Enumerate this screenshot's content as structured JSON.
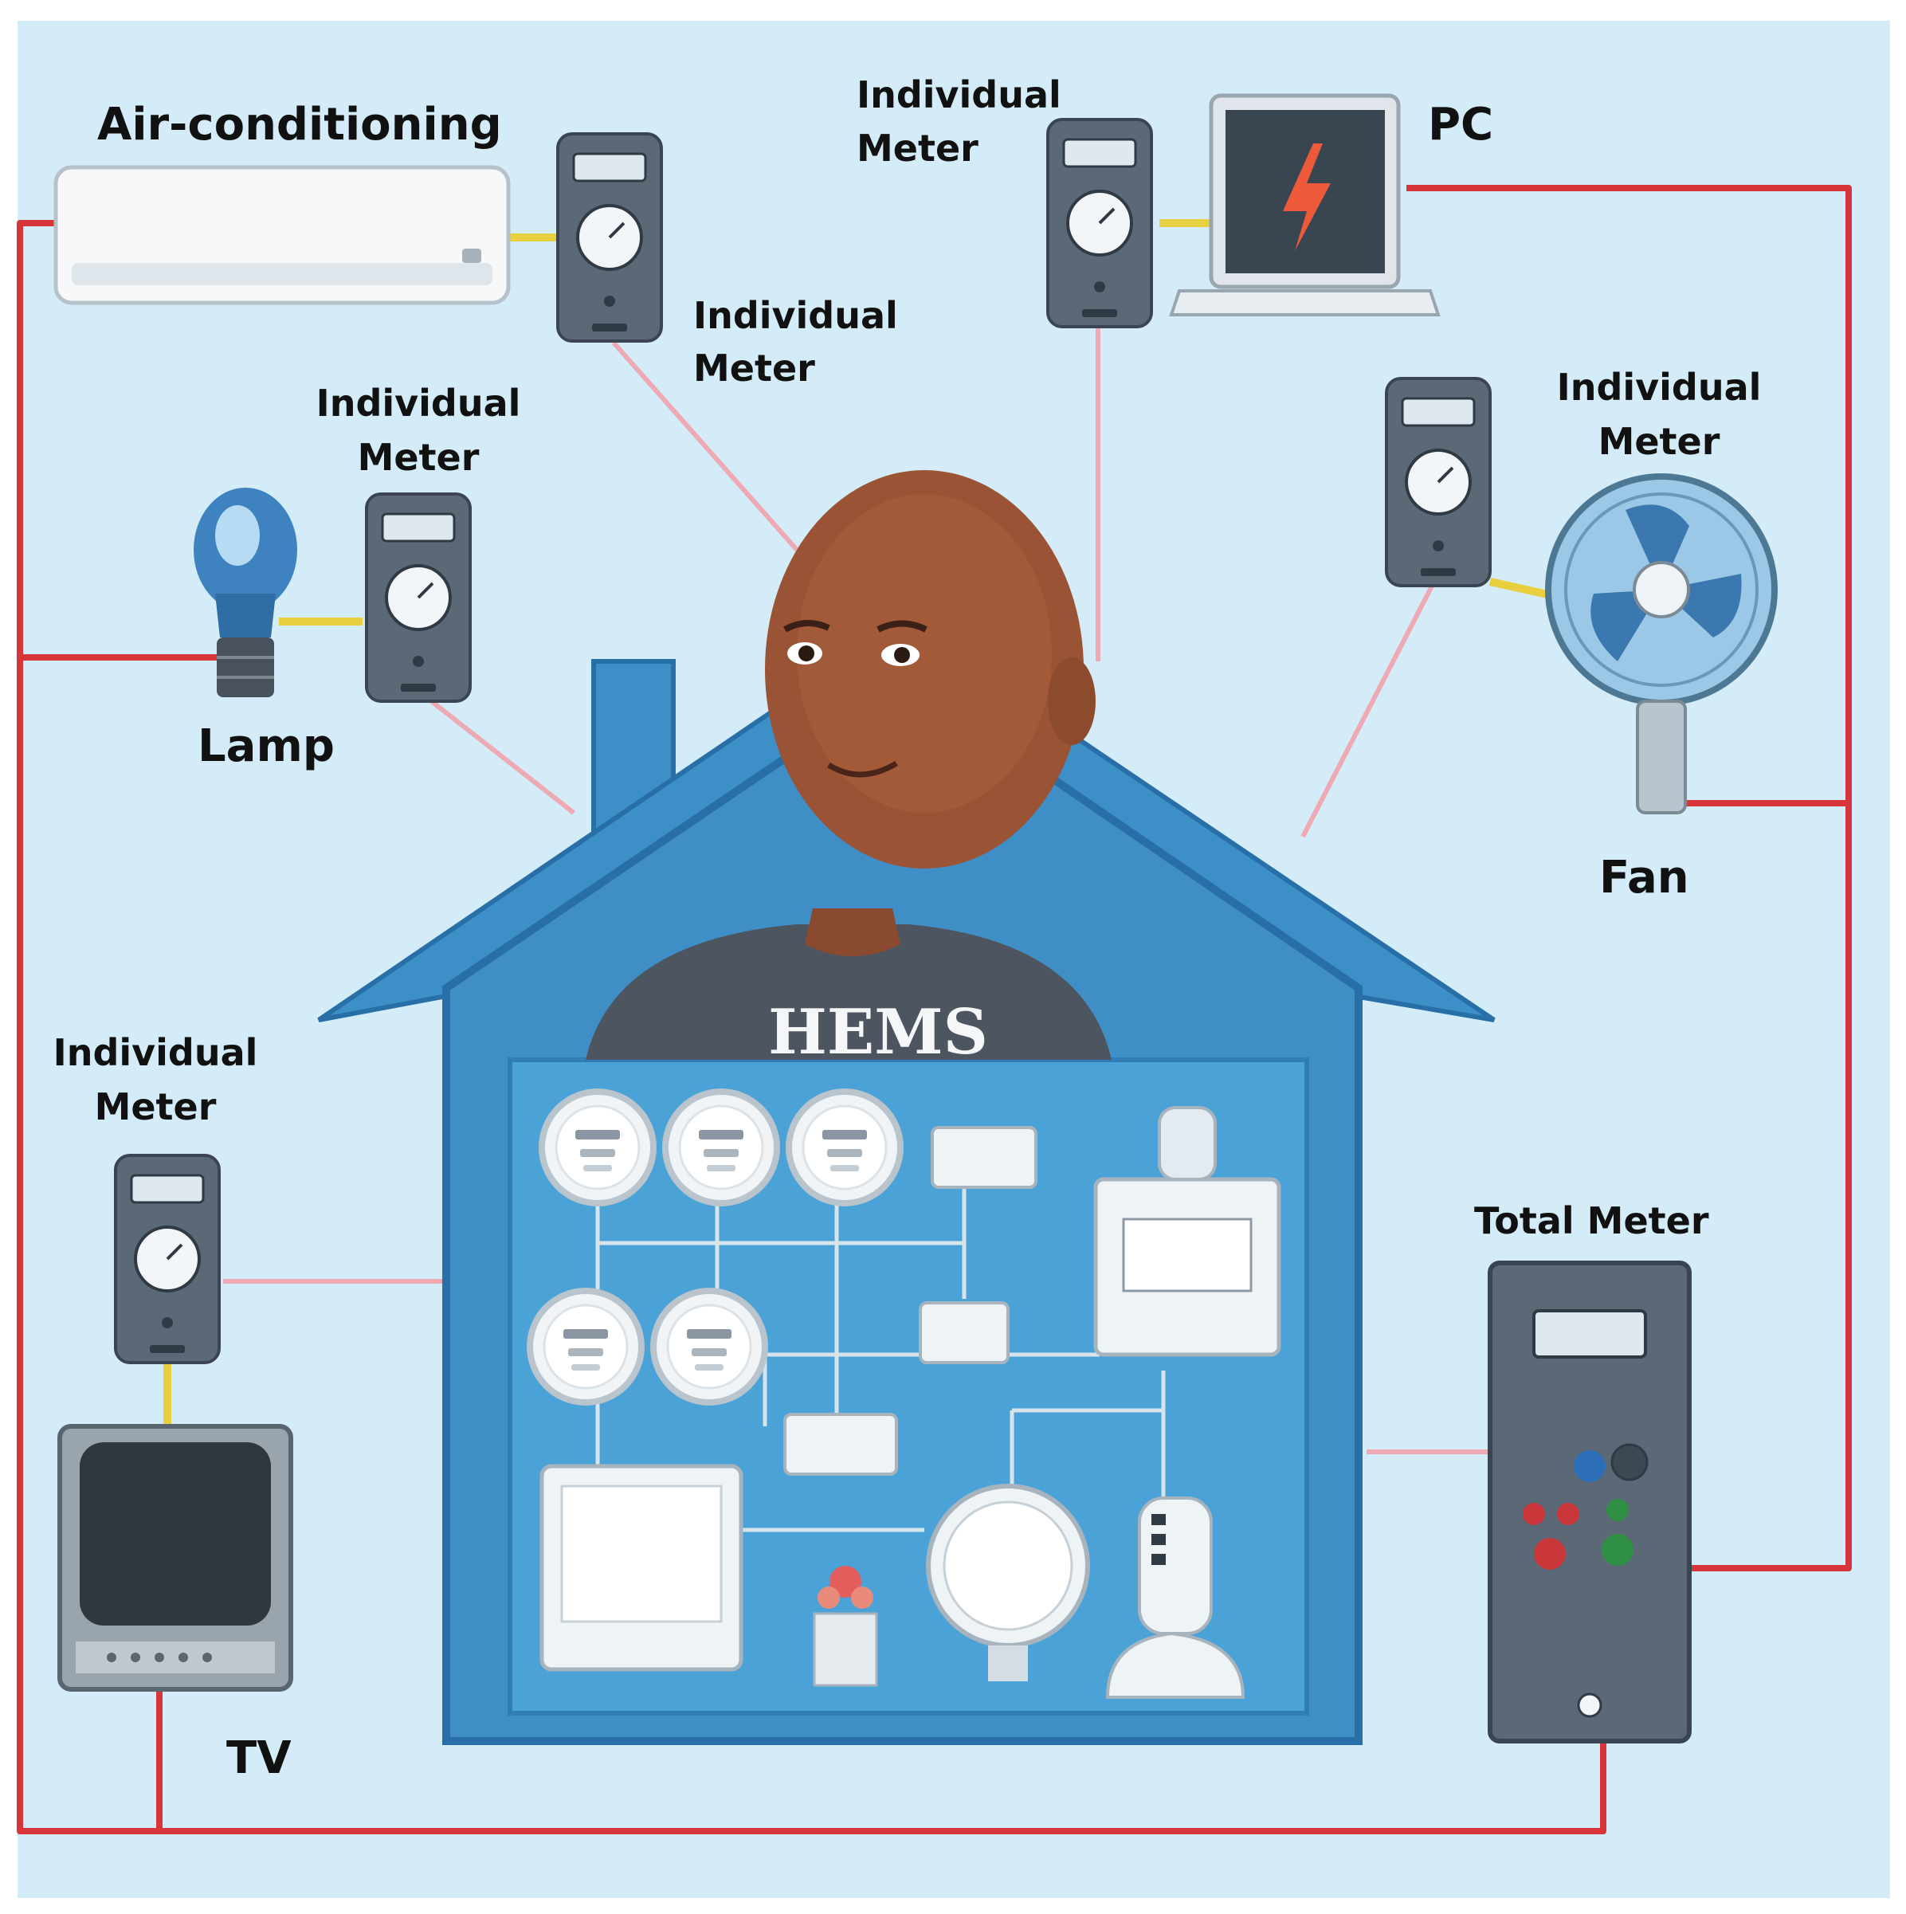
{
  "colors": {
    "background": "#d3ecf8",
    "power_line": "#d8353b",
    "signal_line": "#eeaab4",
    "appliance_link": "#e7cf3f",
    "house": "#3d8fc8",
    "house_dark": "#276fa6",
    "meter_body": "#5b6876"
  },
  "labels": {
    "air_conditioning": "Air-conditioning",
    "pc": "PC",
    "lamp": "Lamp",
    "fan": "Fan",
    "tv": "TV",
    "total_meter": "Total Meter",
    "hems": "HEMS",
    "meter_ac_line1": "Individual",
    "meter_ac_line2": "Meter",
    "meter_pc_line1": "Individual",
    "meter_pc_line2": "Meter",
    "meter_lamp_line1": "Individual",
    "meter_lamp_line2": "Meter",
    "meter_fan_line1": "Individual",
    "meter_fan_line2": "Meter",
    "meter_tv_line1": "Individual",
    "meter_tv_line2": "Meter"
  },
  "icons": {
    "air_conditioner": "air-conditioner-icon",
    "laptop": "laptop-icon",
    "lamp": "light-bulb-icon",
    "fan": "fan-icon",
    "tv": "television-icon",
    "meter": "plug-meter-icon",
    "total_meter": "total-meter-icon",
    "person": "person-icon",
    "house": "house-icon"
  }
}
